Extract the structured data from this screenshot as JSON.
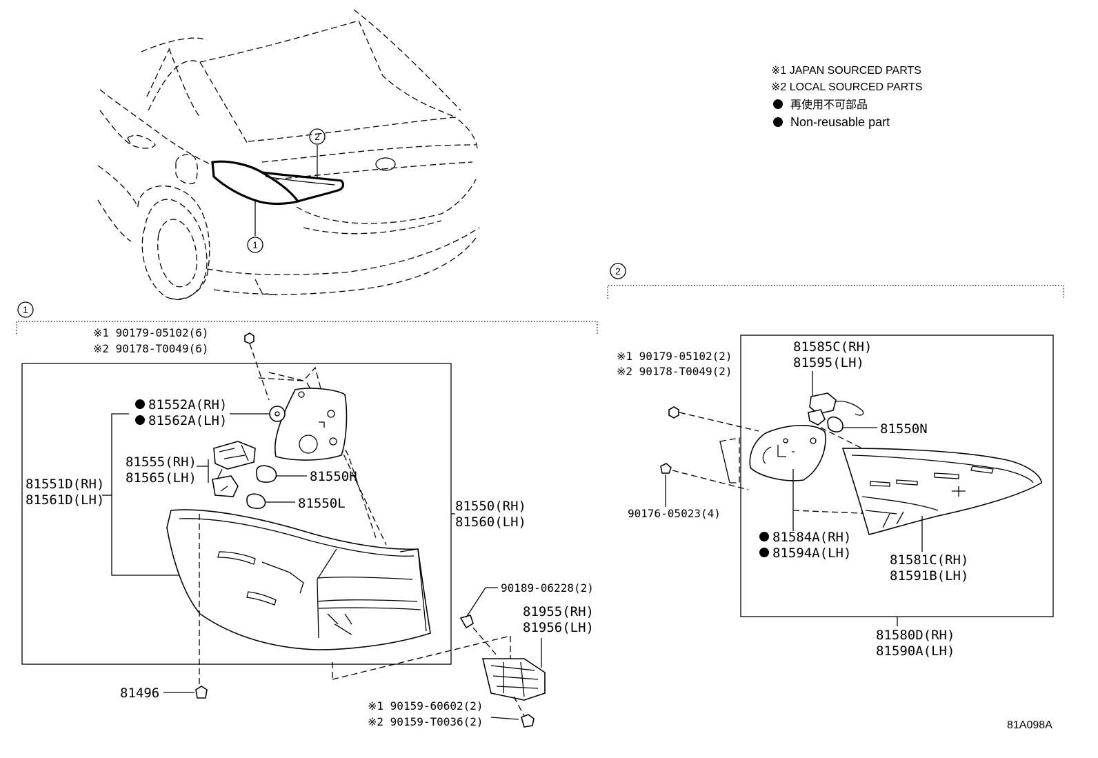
{
  "legend": {
    "line1": "※1 JAPAN SOURCED PARTS",
    "line2": "※2 LOCAL SOURCED PARTS",
    "line3": "再使用不可部品",
    "line4": "Non-reusable part"
  },
  "callouts": {
    "one": "1",
    "two": "2"
  },
  "section1": {
    "bolt_j": "※1 90179-05102(6)",
    "bolt_l": "※2 90178-T0049(6)",
    "gasket_rh": "81552A(RH)",
    "gasket_lh": "81562A(LH)",
    "socket_rh": "81555(RH)",
    "socket_lh": "81565(LH)",
    "bulb_h": "81550H",
    "bulb_l": "81550L",
    "lens_rh": "81551D(RH)",
    "lens_lh": "81561D(LH)",
    "lamp_rh": "81550(RH)",
    "lamp_lh": "81560(LH)",
    "screw": "90189-06228(2)",
    "bracket_rh": "81955(RH)",
    "bracket_lh": "81956(LH)",
    "clip": "81496",
    "nut_j": "※1 90159-60602(2)",
    "nut_l": "※2 90159-T0036(2)"
  },
  "section2": {
    "nut_j": "※1 90179-05102(2)",
    "nut_l": "※2 90178-T0049(2)",
    "socket_rh": "81585C(RH)",
    "socket_lh": "81595(LH)",
    "bulb_n": "81550N",
    "screw": "90176-05023(4)",
    "gasket_rh": "81584A(RH)",
    "gasket_lh": "81594A(LH)",
    "lens_rh": "81581C(RH)",
    "lens_lh": "81591B(LH)",
    "lamp_rh": "81580D(RH)",
    "lamp_lh": "81590A(LH)"
  },
  "figure_code": "81A098A"
}
